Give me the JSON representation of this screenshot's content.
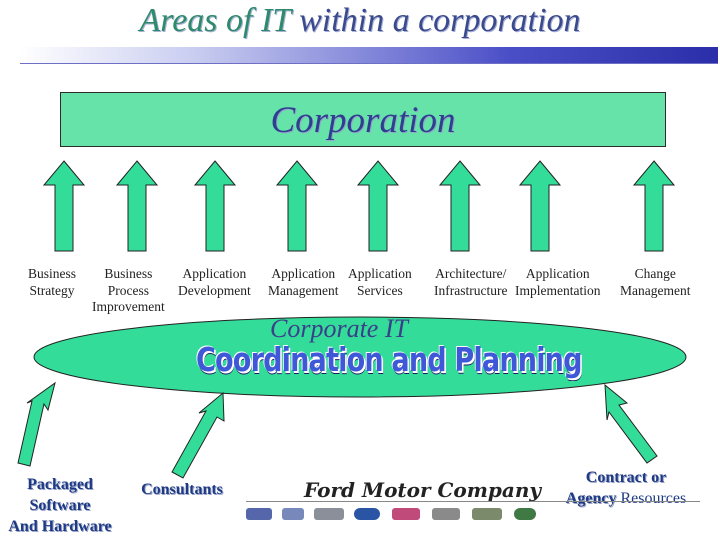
{
  "slide": {
    "title_part1": "Areas of IT",
    "title_part2": "within a corporation"
  },
  "corporation": {
    "label": "Corporation"
  },
  "areas": [
    {
      "line1": "Business",
      "line2": "Strategy",
      "line3": ""
    },
    {
      "line1": "Business",
      "line2": "Process",
      "line3": "Improvement"
    },
    {
      "line1": "Application",
      "line2": "Development",
      "line3": ""
    },
    {
      "line1": "Application",
      "line2": "Management",
      "line3": ""
    },
    {
      "line1": "Application",
      "line2": "Services",
      "line3": ""
    },
    {
      "line1": "Architecture/",
      "line2": "Infrastructure",
      "line3": ""
    },
    {
      "line1": "Application",
      "line2": "Implementation",
      "line3": ""
    },
    {
      "line1": "Change",
      "line2": "Management",
      "line3": ""
    }
  ],
  "corporate_it": {
    "label": "Corporate IT",
    "banner": "Coordination and Planning"
  },
  "sources": {
    "packaged_line1": "Packaged",
    "packaged_line2": "Software",
    "packaged_line3": "And Hardware",
    "consultants": "Consultants",
    "contract_line1": "Contract or",
    "contract_agency": "Agency",
    "contract_resources": "Resources"
  },
  "logos": {
    "ford_wordmark": "Ford Motor Company",
    "brand_icons": [
      "volvo-logo",
      "mazda-logo",
      "lincoln-logo",
      "ford-oval-logo",
      "mercury-logo",
      "jaguar-logo",
      "aston-martin-logo",
      "land-rover-logo"
    ]
  },
  "colors": {
    "green_fill": "#66e3a8",
    "arrow_fill": "#33dd99",
    "title_blue": "#3a4a8c",
    "banner_blue": "#3f58d8"
  }
}
